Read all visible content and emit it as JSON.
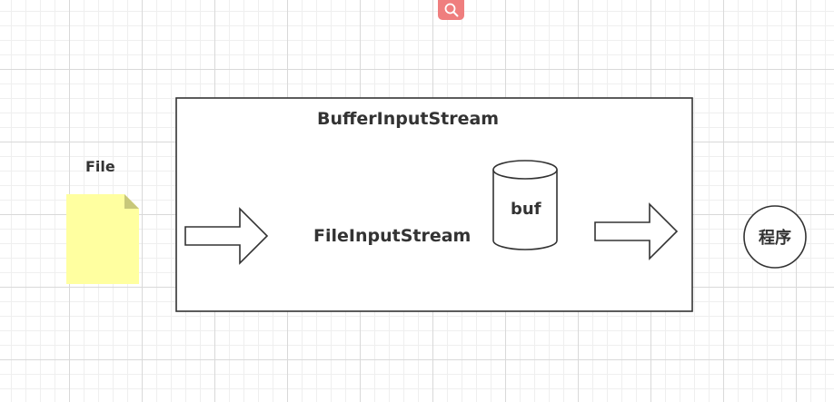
{
  "toolbar": {
    "search_icon": "search-icon",
    "search_color": "#ef7e7e"
  },
  "diagram": {
    "file_label": "File",
    "file_color": "#ffffa0",
    "outer_box_label": "BufferInputStream",
    "inner_label": "FileInputStream",
    "buffer_label": "buf",
    "program_label": "程序",
    "stroke_color": "#333333"
  }
}
